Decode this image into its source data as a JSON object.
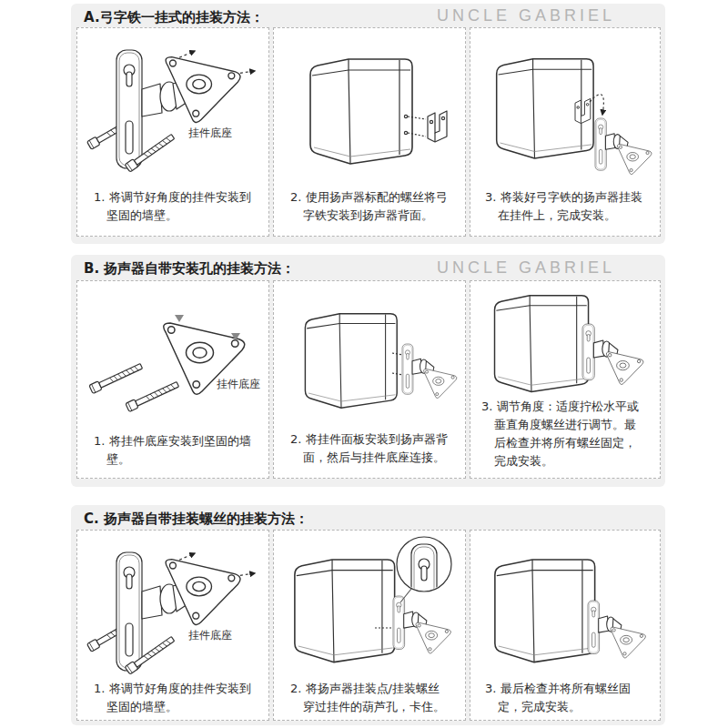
{
  "diagram": {
    "nodes": [
      {
        "text": [
          "A.弓字铁一挂式的挂装方法："
        ]
      },
      {
        "text": [
          "1. 将调节好角度的挂件安装到坚固的墙壁。"
        ],
        "in": 0
      },
      {
        "text": [
          "2. 使用扬声器标配的螺丝将弓字铁安装到扬声器背面。"
        ],
        "in": 0
      },
      {
        "text": [
          "3. 将装好弓字铁的扬声器挂装在挂件上，完成安装。"
        ],
        "in": 0
      },
      {
        "text": [
          "B. 扬声器自带安装孔的挂装方法："
        ]
      },
      {
        "text": [
          "1. 将挂件底座安装到坚固的墙壁。"
        ],
        "in": 4
      },
      {
        "text": [
          "2. 将挂件面板安装到扬声器背面，然后与挂件底座连接。"
        ],
        "in": 4
      },
      {
        "text": [
          "3. 调节角度：适度拧松水平或垂直角度螺丝进行调节。最后检查并将所有螺丝固定，完成安装。"
        ],
        "in": 4
      },
      {
        "text": [
          "C. 扬声器自带挂装螺丝的挂装方法："
        ]
      },
      {
        "text": [
          "1. 将调节好角度的挂件安装到坚固的墙壁。"
        ],
        "in": 8
      },
      {
        "text": [
          "2. 将扬声器挂装点/挂装螺丝穿过挂件的葫芦孔，卡住。"
        ],
        "in": 8
      },
      {
        "text": [
          "3. 最后检查并将所有螺丝固定，完成安装。"
        ],
        "in": 8
      }
    ],
    "labels": [
      "UNCLE GABRIEL",
      "挂件底座",
      "UNCLE GABRIEL",
      "挂件底座",
      "挂件底座"
    ]
  }
}
